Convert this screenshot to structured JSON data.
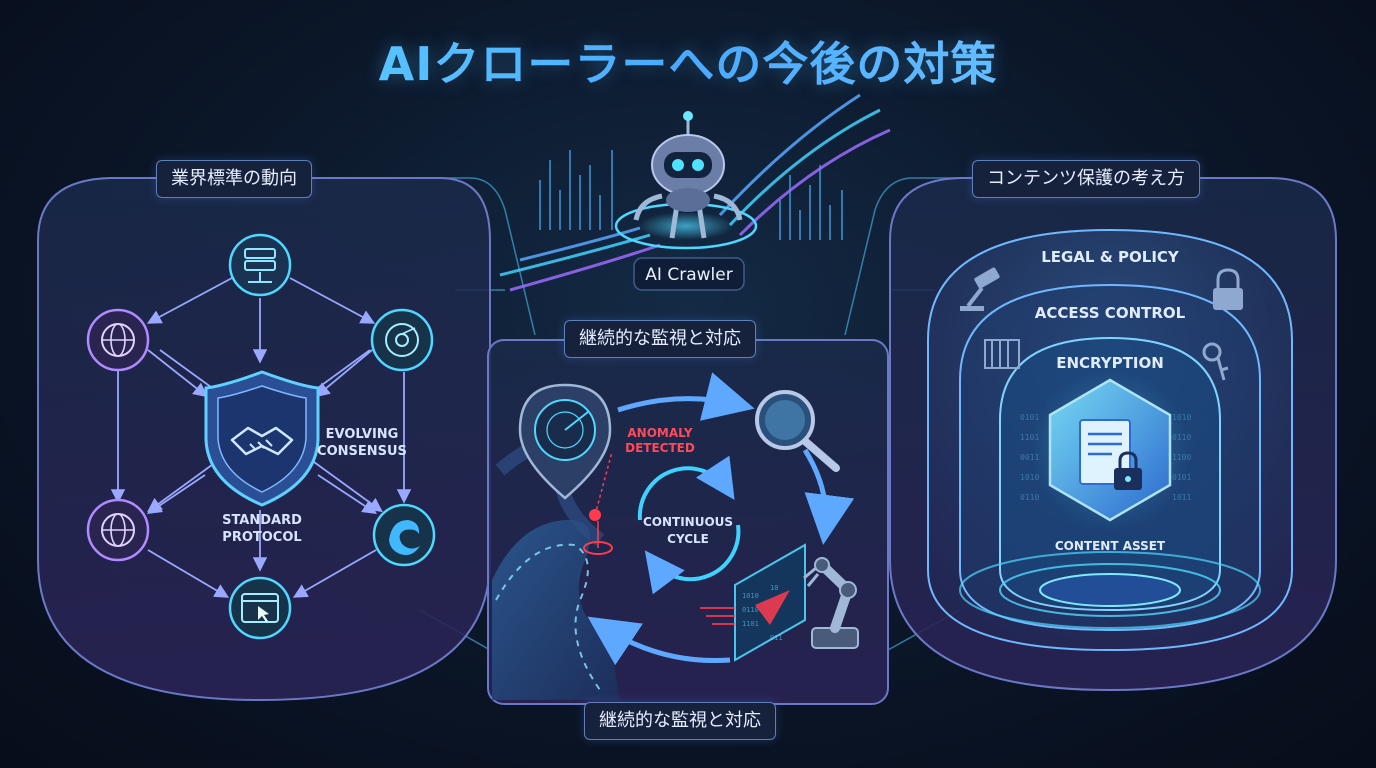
{
  "title": "AIクローラーへの今後の対策",
  "crawler": {
    "label": "AI Crawler"
  },
  "panels": {
    "left": {
      "label": "業界標準の動向",
      "shield_text": [
        "EVOLVING",
        "CONSENSUS"
      ],
      "protocol_text": [
        "STANDARD",
        "PROTOCOL"
      ]
    },
    "center": {
      "label_top": "継続的な監視と対応",
      "label_bottom": "継続的な監視と対応",
      "anomaly_text": [
        "ANOMALY",
        "DETECTED"
      ],
      "cycle_text": [
        "CONTINUOUS",
        "CYCLE"
      ]
    },
    "right": {
      "label": "コンテンツ保護の考え方",
      "layers": [
        "LEGAL & POLICY",
        "ACCESS CONTROL",
        "ENCRYPTION"
      ],
      "core_text": "CONTENT ASSET"
    }
  },
  "icons": [
    "server-icon",
    "globe-icon",
    "chrome-icon",
    "handshake-shield-icon",
    "browser-cursor-icon",
    "edge-icon",
    "radar-icon",
    "magnifier-icon",
    "robot-arm-icon",
    "gavel-icon",
    "padlock-icon",
    "gate-icon",
    "key-icon",
    "document-lock-icon"
  ],
  "colors": {
    "accent_cyan": "#4fd8ff",
    "accent_purple": "#9a6cff",
    "alert_red": "#ff3b4e",
    "panel_border": "#6b78c8"
  }
}
